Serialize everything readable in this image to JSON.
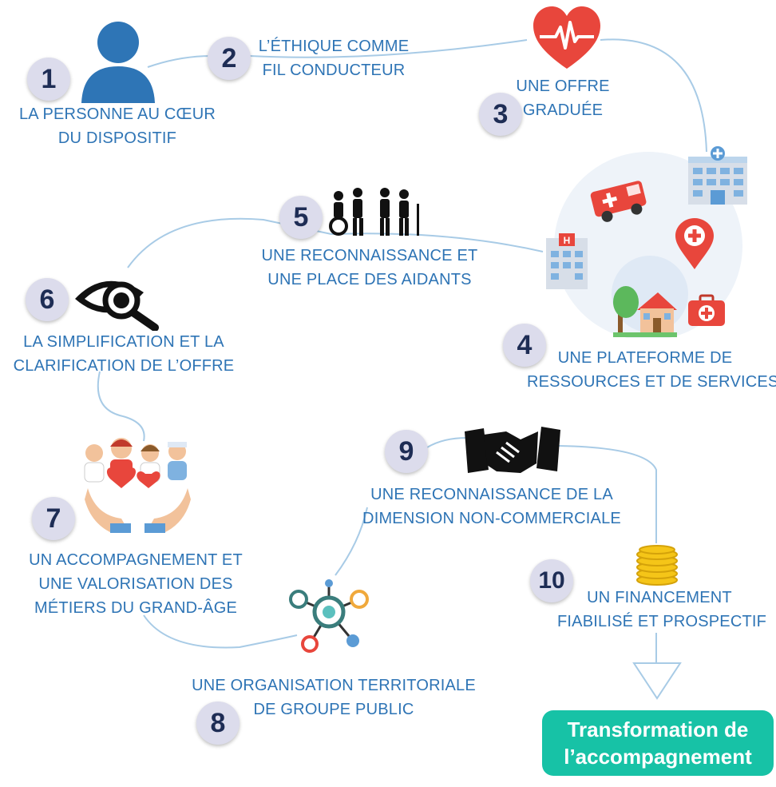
{
  "steps": [
    {
      "number": "1",
      "lines": [
        "LA PERSONNE AU CŒUR",
        "DU DISPOSITIF"
      ]
    },
    {
      "number": "2",
      "lines": [
        "L’ÉTHIQUE COMME",
        "FIL CONDUCTEUR"
      ]
    },
    {
      "number": "3",
      "lines": [
        "UNE OFFRE",
        "GRADUÉE"
      ]
    },
    {
      "number": "4",
      "lines": [
        "UNE PLATEFORME DE",
        "RESSOURCES ET DE SERVICES"
      ]
    },
    {
      "number": "5",
      "lines": [
        "UNE RECONNAISSANCE ET",
        "UNE PLACE DES AIDANTS"
      ]
    },
    {
      "number": "6",
      "lines": [
        "LA SIMPLIFICATION ET LA",
        "CLARIFICATION DE L’OFFRE"
      ]
    },
    {
      "number": "7",
      "lines": [
        "UN ACCOMPAGNEMENT ET",
        "UNE VALORISATION DES",
        "MÉTIERS DU GRAND-ÂGE"
      ]
    },
    {
      "number": "8",
      "lines": [
        "UNE ORGANISATION TERRITORIALE",
        "DE GROUPE PUBLIC"
      ]
    },
    {
      "number": "9",
      "lines": [
        "UNE RECONNAISSANCE DE LA",
        "DIMENSION NON-COMMERCIALE"
      ]
    },
    {
      "number": "10",
      "lines": [
        "UN FINANCEMENT",
        "FIABILISÉ ET PROSPECTIF"
      ]
    }
  ],
  "outcome": {
    "lines": [
      "Transformation de",
      "l’accompagnement"
    ]
  },
  "colors": {
    "label": "#2e74b5",
    "badge": "#dcdcec",
    "badge_text": "#1e2d55",
    "outcome": "#17c2a6",
    "path": "#a8cbe6"
  },
  "icons": [
    "person-icon",
    "heart-pulse-icon",
    "hospital-building-icon",
    "ambulance-icon",
    "map-pin-icon",
    "house-icon",
    "first-aid-kit-icon",
    "caregivers-icon",
    "eye-search-icon",
    "care-team-hands-icon",
    "network-icon",
    "handshake-icon",
    "coin-stack-icon",
    "arrow-down-icon"
  ]
}
